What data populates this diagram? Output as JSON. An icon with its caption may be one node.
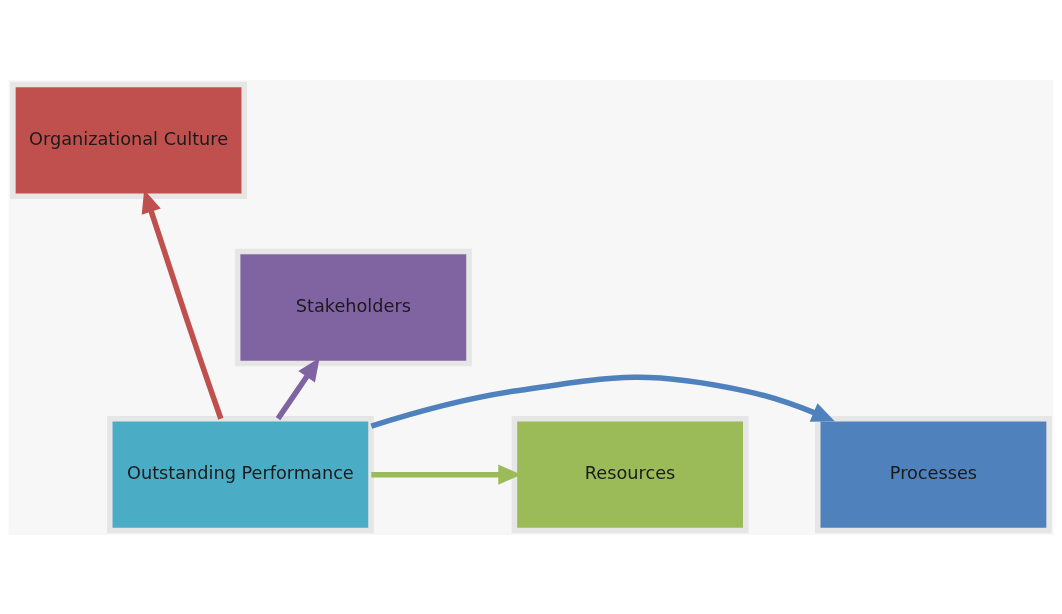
{
  "diagram": {
    "nodes": [
      {
        "text": [
          "Organizational Culture"
        ]
      },
      {
        "text": [
          "Processes"
        ]
      },
      {
        "text": [
          "Outstanding Performance"
        ]
      },
      {
        "text": [
          "Resources"
        ]
      },
      {
        "text": [
          "Stakeholders"
        ]
      }
    ],
    "edges": [
      {
        "from": 2,
        "to": 0,
        "arrow": "to",
        "color": "#c0504d"
      },
      {
        "from": 2,
        "to": 1,
        "arrow": "to",
        "color": "#4f81bd"
      },
      {
        "from": 2,
        "to": 3,
        "arrow": "to",
        "color": "#9bbb59"
      },
      {
        "from": 2,
        "to": 4,
        "arrow": "to",
        "color": "#8064a2"
      }
    ]
  }
}
